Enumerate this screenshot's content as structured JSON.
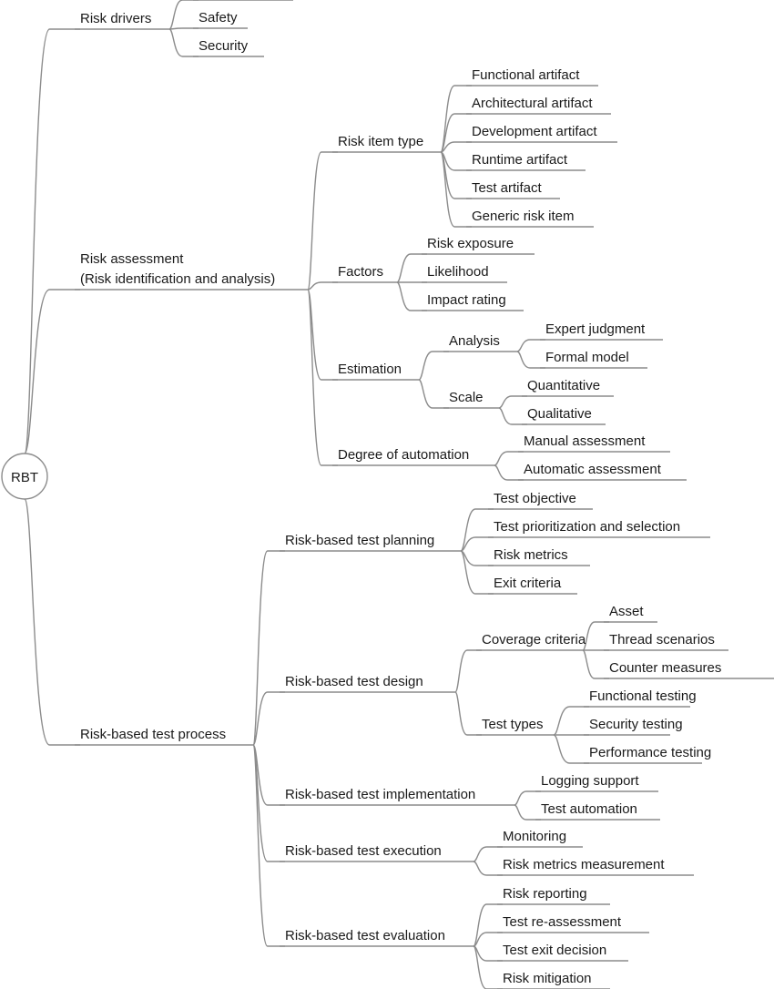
{
  "diagram": {
    "type": "mind-map",
    "root": {
      "label": "RBT",
      "children": [
        {
          "label": "Risk drivers",
          "children": [
            {
              "label": ""
            },
            {
              "label": "Safety"
            },
            {
              "label": "Security"
            }
          ]
        },
        {
          "label": "Risk assessment",
          "label_line2": "(Risk identification and analysis)",
          "children": [
            {
              "label": "Risk item type",
              "children": [
                {
                  "label": "Functional artifact"
                },
                {
                  "label": "Architectural artifact"
                },
                {
                  "label": "Development artifact"
                },
                {
                  "label": "Runtime artifact"
                },
                {
                  "label": "Test artifact"
                },
                {
                  "label": "Generic risk item"
                }
              ]
            },
            {
              "label": "Factors",
              "children": [
                {
                  "label": "Risk exposure"
                },
                {
                  "label": "Likelihood"
                },
                {
                  "label": "Impact rating"
                }
              ]
            },
            {
              "label": "Estimation",
              "children": [
                {
                  "label": "Analysis",
                  "children": [
                    {
                      "label": "Expert judgment"
                    },
                    {
                      "label": "Formal model"
                    }
                  ]
                },
                {
                  "label": "Scale",
                  "children": [
                    {
                      "label": "Quantitative"
                    },
                    {
                      "label": "Qualitative"
                    }
                  ]
                }
              ]
            },
            {
              "label": "Degree of automation",
              "children": [
                {
                  "label": "Manual assessment"
                },
                {
                  "label": "Automatic assessment"
                }
              ]
            }
          ]
        },
        {
          "label": "Risk-based test process",
          "children": [
            {
              "label": "Risk-based test planning",
              "children": [
                {
                  "label": "Test objective"
                },
                {
                  "label": "Test prioritization and selection"
                },
                {
                  "label": "Risk metrics"
                },
                {
                  "label": "Exit criteria"
                }
              ]
            },
            {
              "label": "Risk-based test design",
              "children": [
                {
                  "label": "Coverage criteria",
                  "children": [
                    {
                      "label": "Asset"
                    },
                    {
                      "label": "Thread scenarios"
                    },
                    {
                      "label": "Counter measures"
                    }
                  ]
                },
                {
                  "label": "Test types",
                  "children": [
                    {
                      "label": "Functional testing"
                    },
                    {
                      "label": "Security testing"
                    },
                    {
                      "label": "Performance testing"
                    }
                  ]
                }
              ]
            },
            {
              "label": "Risk-based test implementation",
              "children": [
                {
                  "label": "Logging support"
                },
                {
                  "label": "Test automation"
                }
              ]
            },
            {
              "label": "Risk-based  test execution",
              "children": [
                {
                  "label": "Monitoring"
                },
                {
                  "label": "Risk metrics measurement"
                }
              ]
            },
            {
              "label": "Risk-based test evaluation",
              "children": [
                {
                  "label": "Risk reporting"
                },
                {
                  "label": "Test re-assessment"
                },
                {
                  "label": "Test exit decision"
                },
                {
                  "label": "Risk mitigation"
                }
              ]
            }
          ]
        }
      ]
    },
    "colors": {
      "line": "#8c8c8c",
      "text": "#1a1a1a",
      "background": "#ffffff"
    }
  }
}
